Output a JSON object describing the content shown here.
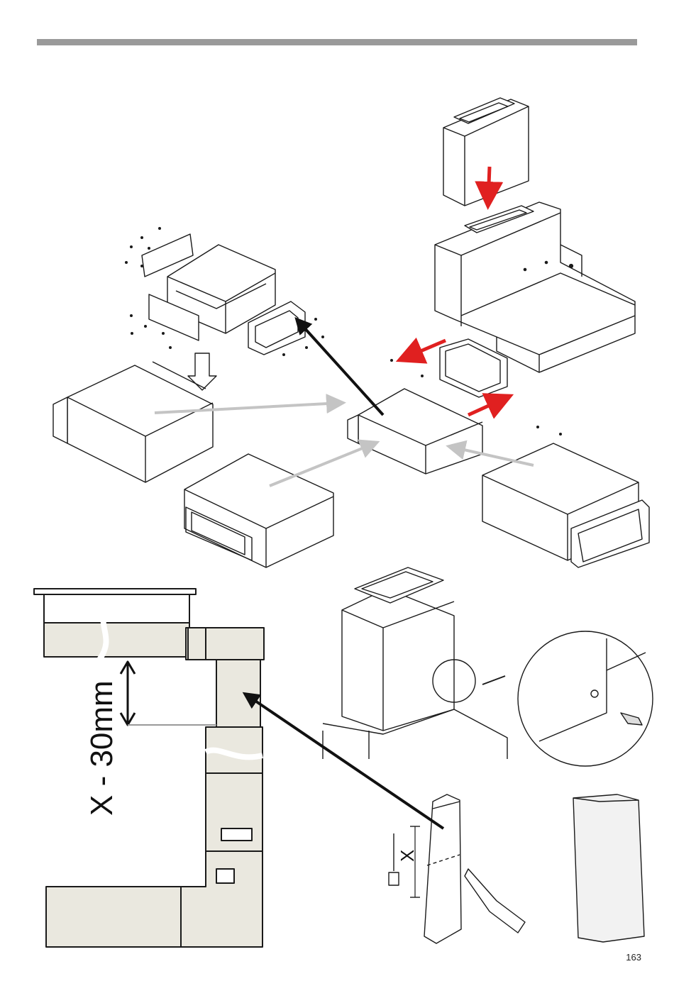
{
  "page": {
    "page_number": "163",
    "dimension_label": "X - 30mm",
    "measure_label": "X"
  },
  "colors": {
    "rule": "#9a9a9a",
    "line": "#1a1a1a",
    "red_arrow": "#e02020",
    "gray_arrow": "#c4c4c4",
    "black_arrow": "#111111",
    "panel_fill": "#eae8df"
  },
  "icons": [
    "down-arrow-icon",
    "screw-icon",
    "saw-icon",
    "pencil-icon"
  ]
}
